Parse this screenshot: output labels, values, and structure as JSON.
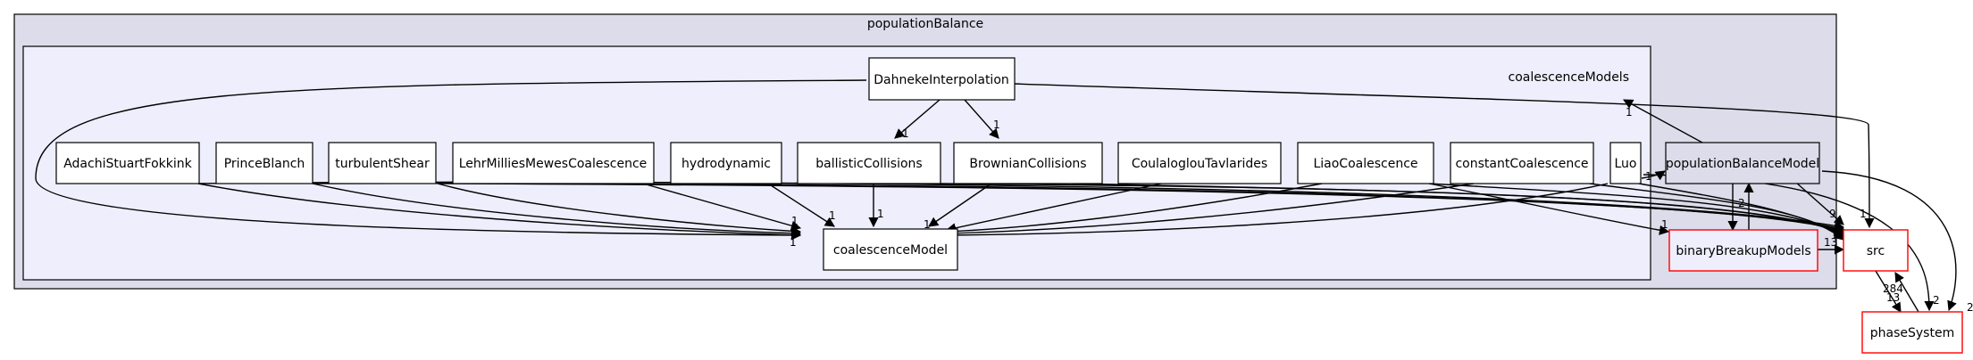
{
  "clusters": {
    "outer": {
      "title": "populationBalance"
    },
    "inner": {
      "title": "coalescenceModels"
    }
  },
  "nodes": {
    "dahneke": "DahnekeInterpolation",
    "adachi": "AdachiStuartFokkink",
    "princeblanch": "PrinceBlanch",
    "turbulentshear": "turbulentShear",
    "lehrmillies": "LehrMilliesMewesCoalescence",
    "hydrodynamic": "hydrodynamic",
    "ballistic": "ballisticCollisions",
    "brownian": "BrownianCollisions",
    "coulaloglou": "CoulaloglouTavlarides",
    "liao": "LiaoCoalescence",
    "constant": "constantCoalescence",
    "luo": "Luo",
    "coalescencemodel": "coalescenceModel",
    "pbm": "populationBalanceModel",
    "binarybreakup": "binaryBreakupModels",
    "src": "src",
    "phasesystem": "phaseSystem"
  },
  "edge_labels": {
    "dahneke_ballistic": "1",
    "dahneke_brownian": "1",
    "dahneke_src": "1",
    "adachi_cm": "1",
    "princeblanch_cm": "1",
    "lehr_cm": "1",
    "hydro_cm": "1",
    "ballistic_cm": "1",
    "brownian_cm": "1",
    "coulaloglou_cm": "1",
    "liao_cm": "1",
    "luo_pbm": "1",
    "pbm_cmodels": "1",
    "pbm_binary": "2",
    "pbm_src": "9",
    "pbm_phase": "2",
    "liao_binary": "1",
    "binary_src": "13",
    "src_phase": "284",
    "phase_src": "13",
    "phase_src2": "2"
  },
  "colors": {
    "outer_fill": "#dcdcea",
    "inner_fill": "#eeeefc",
    "node_fill": "#ffffff",
    "node_stroke": "#000000",
    "pbm_fill": "#dcdcea",
    "highlight_stroke": "#ff0000",
    "binary_fill": "#eeeefc"
  }
}
